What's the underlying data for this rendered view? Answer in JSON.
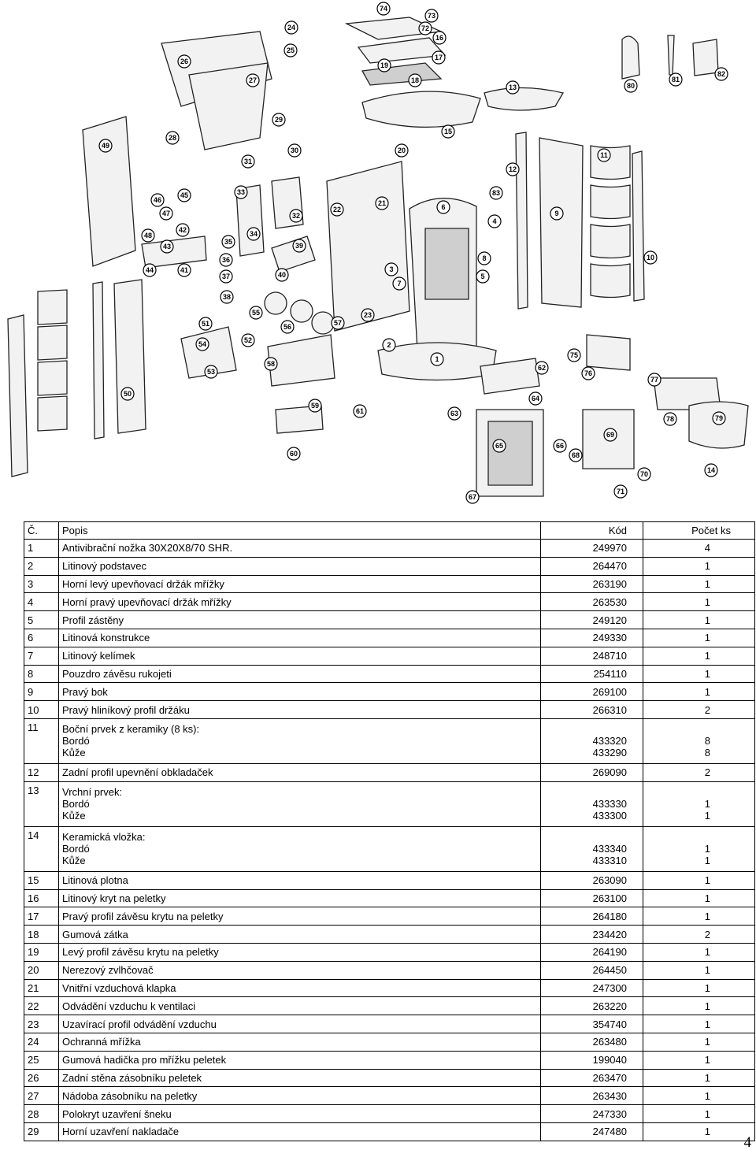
{
  "diagram": {
    "callouts": [
      "74",
      "73",
      "72",
      "16",
      "17",
      "18",
      "19",
      "24",
      "25",
      "26",
      "27",
      "28",
      "29",
      "30",
      "31",
      "32",
      "33",
      "34",
      "35",
      "36",
      "37",
      "38",
      "39",
      "40",
      "41",
      "42",
      "43",
      "44",
      "45",
      "46",
      "47",
      "48",
      "49",
      "20",
      "21",
      "22",
      "23",
      "6",
      "4",
      "83",
      "3",
      "7",
      "8",
      "5",
      "2",
      "1",
      "12",
      "9",
      "11",
      "10",
      "13",
      "15",
      "80",
      "81",
      "82",
      "51",
      "52",
      "53",
      "54",
      "55",
      "56",
      "57",
      "58",
      "59",
      "60",
      "61",
      "62",
      "63",
      "64",
      "65",
      "66",
      "67",
      "68",
      "69",
      "70",
      "71",
      "75",
      "76",
      "77",
      "78",
      "79",
      "14",
      "50"
    ]
  },
  "table": {
    "headers": {
      "no": "Č.",
      "desc": "Popis",
      "code": "Kód",
      "qty": "Počet ks"
    },
    "rows": [
      {
        "no": "1",
        "desc": "Antivibrační nožka 30X20X8/70 SHR.",
        "code": "249970",
        "qty": "4"
      },
      {
        "no": "2",
        "desc": "Litinový podstavec",
        "code": "264470",
        "qty": "1"
      },
      {
        "no": "3",
        "desc": "Horní levý upevňovací držák mřížky",
        "code": "263190",
        "qty": "1"
      },
      {
        "no": "4",
        "desc": "Horní pravý upevňovací držák mřížky",
        "code": "263530",
        "qty": "1"
      },
      {
        "no": "5",
        "desc": "Profil zástěny",
        "code": "249120",
        "qty": "1"
      },
      {
        "no": "6",
        "desc": "Litinová konstrukce",
        "code": "249330",
        "qty": "1"
      },
      {
        "no": "7",
        "desc": "Litinový kelímek",
        "code": "248710",
        "qty": "1"
      },
      {
        "no": "8",
        "desc": "Pouzdro závěsu rukojeti",
        "code": "254110",
        "qty": "1"
      },
      {
        "no": "9",
        "desc": "Pravý bok",
        "code": "269100",
        "qty": "1"
      },
      {
        "no": "10",
        "desc": "Pravý hliníkový profil držáku",
        "code": "266310",
        "qty": "2"
      },
      {
        "no": "11",
        "title": "Boční prvek z keramiky (8 ks):",
        "subs": [
          {
            "desc": "Bordó",
            "code": "433320",
            "qty": "8"
          },
          {
            "desc": "Kůže",
            "code": "433290",
            "qty": "8"
          }
        ]
      },
      {
        "no": "12",
        "desc": "Zadní profil upevnění obkladaček",
        "code": "269090",
        "qty": "2"
      },
      {
        "no": "13",
        "title": "Vrchní prvek:",
        "subs": [
          {
            "desc": "Bordó",
            "code": "433330",
            "qty": "1"
          },
          {
            "desc": "Kůže",
            "code": "433300",
            "qty": "1"
          }
        ]
      },
      {
        "no": "14",
        "title": "Keramická vložka:",
        "subs": [
          {
            "desc": "Bordó",
            "code": "433340",
            "qty": "1"
          },
          {
            "desc": "Kůže",
            "code": "433310",
            "qty": "1"
          }
        ]
      },
      {
        "no": "15",
        "desc": "Litinová plotna",
        "code": "263090",
        "qty": "1"
      },
      {
        "no": "16",
        "desc": "Litinový kryt na peletky",
        "code": "263100",
        "qty": "1"
      },
      {
        "no": "17",
        "desc": "Pravý profil závěsu krytu na peletky",
        "code": "264180",
        "qty": "1"
      },
      {
        "no": "18",
        "desc": "Gumová zátka",
        "code": "234420",
        "qty": "2"
      },
      {
        "no": "19",
        "desc": "Levý profil závěsu krytu na peletky",
        "code": "264190",
        "qty": "1"
      },
      {
        "no": "20",
        "desc": "Nerezový zvlhčovač",
        "code": "264450",
        "qty": "1"
      },
      {
        "no": "21",
        "desc": "Vnitřní vzduchová klapka",
        "code": "247300",
        "qty": "1"
      },
      {
        "no": "22",
        "desc": "Odvádění vzduchu k ventilaci",
        "code": "263220",
        "qty": "1"
      },
      {
        "no": "23",
        "desc": "Uzavírací profil odvádění vzduchu",
        "code": "354740",
        "qty": "1"
      },
      {
        "no": "24",
        "desc": "Ochranná mřížka",
        "code": "263480",
        "qty": "1"
      },
      {
        "no": "25",
        "desc": "Gumová hadička pro mřížku peletek",
        "code": "199040",
        "qty": "1"
      },
      {
        "no": "26",
        "desc": "Zadní stěna zásobníku peletek",
        "code": "263470",
        "qty": "1"
      },
      {
        "no": "27",
        "desc": "Nádoba zásobníku na peletky",
        "code": "263430",
        "qty": "1"
      },
      {
        "no": "28",
        "desc": "Polokryt uzavření šneku",
        "code": "247330",
        "qty": "1"
      },
      {
        "no": "29",
        "desc": "Horní uzavření nakladače",
        "code": "247480",
        "qty": "1"
      }
    ]
  },
  "page_number": "4"
}
